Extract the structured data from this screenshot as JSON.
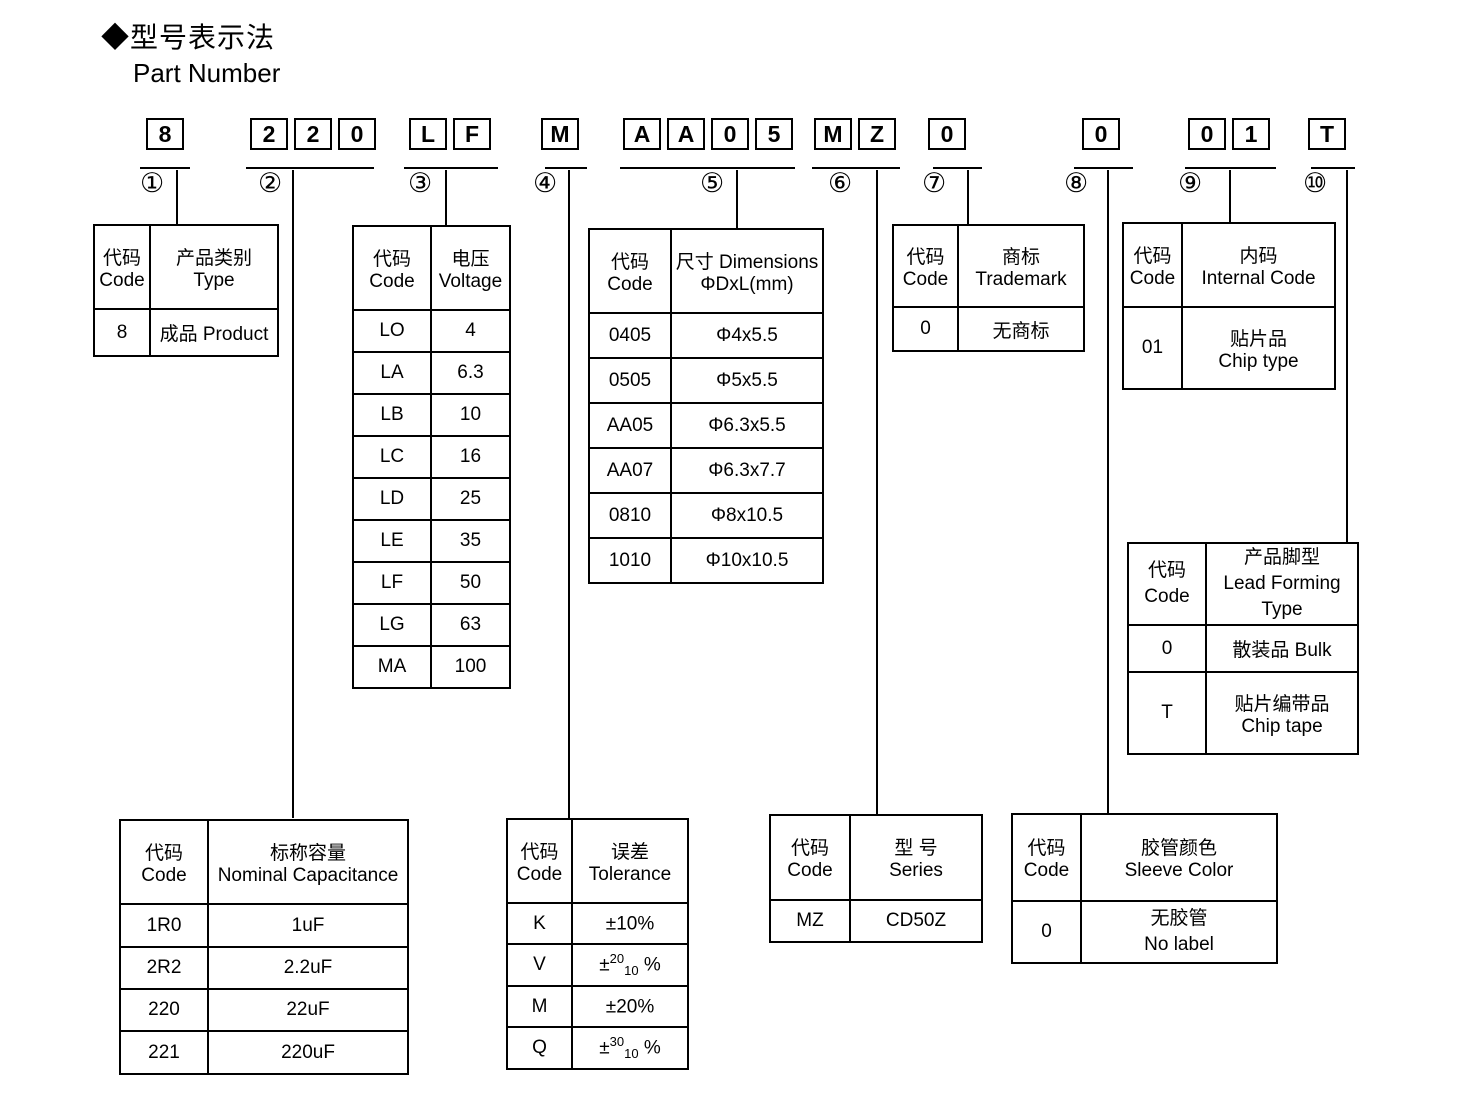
{
  "title": {
    "cn": "◆型号表示法",
    "en": "Part Number"
  },
  "part_number": {
    "groups": [
      {
        "circle": "①",
        "chars": [
          "8"
        ]
      },
      {
        "circle": "②",
        "chars": [
          "2",
          "2",
          "0"
        ]
      },
      {
        "circle": "③",
        "chars": [
          "L",
          "F"
        ]
      },
      {
        "circle": "④",
        "chars": [
          "M"
        ]
      },
      {
        "circle": "⑤",
        "chars": [
          "A",
          "A",
          "0",
          "5"
        ]
      },
      {
        "circle": "⑥",
        "chars": [
          "M",
          "Z"
        ]
      },
      {
        "circle": "⑦",
        "chars": [
          "0"
        ]
      },
      {
        "circle": "⑧",
        "chars": [
          "0"
        ]
      },
      {
        "circle": "⑨",
        "chars": [
          "0",
          "1"
        ]
      },
      {
        "circle": "⑩",
        "chars": [
          "T"
        ]
      }
    ]
  },
  "tables": {
    "type": {
      "h1cn": "代码",
      "h1en": "Code",
      "h2cn": "产品类别",
      "h2en": "Type",
      "rows": [
        {
          "code": "8",
          "value": "成品 Product"
        }
      ]
    },
    "voltage": {
      "h1cn": "代码",
      "h1en": "Code",
      "h2cn": "电压",
      "h2en": "Voltage",
      "rows": [
        {
          "code": "LO",
          "value": "4"
        },
        {
          "code": "LA",
          "value": "6.3"
        },
        {
          "code": "LB",
          "value": "10"
        },
        {
          "code": "LC",
          "value": "16"
        },
        {
          "code": "LD",
          "value": "25"
        },
        {
          "code": "LE",
          "value": "35"
        },
        {
          "code": "LF",
          "value": "50"
        },
        {
          "code": "LG",
          "value": "63"
        },
        {
          "code": "MA",
          "value": "100"
        }
      ]
    },
    "dimensions": {
      "h1cn": "代码",
      "h1en": "Code",
      "h2cn": "尺寸 Dimensions",
      "h2en": "ΦDxL(mm)",
      "rows": [
        {
          "code": "0405",
          "value": "Φ4x5.5"
        },
        {
          "code": "0505",
          "value": "Φ5x5.5"
        },
        {
          "code": "AA05",
          "value": "Φ6.3x5.5"
        },
        {
          "code": "AA07",
          "value": "Φ6.3x7.7"
        },
        {
          "code": "0810",
          "value": "Φ8x10.5"
        },
        {
          "code": "1010",
          "value": "Φ10x10.5"
        }
      ]
    },
    "trademark": {
      "h1cn": "代码",
      "h1en": "Code",
      "h2cn": "商标",
      "h2en": "Trademark",
      "rows": [
        {
          "code": "0",
          "value": "无商标"
        }
      ]
    },
    "internal": {
      "h1cn": "代码",
      "h1en": "Code",
      "h2cn": "内码",
      "h2en": "Internal Code",
      "rows": [
        {
          "code": "01",
          "value_cn": "贴片品",
          "value_en": "Chip type"
        }
      ]
    },
    "leadform": {
      "h1cn": "代码",
      "h1en": "Code",
      "h2l1": "产品脚型",
      "h2l2": "Lead Forming",
      "h2l3": "Type",
      "rows": [
        {
          "code": "0",
          "value_cn": "散装品 Bulk",
          "value_en": ""
        },
        {
          "code": "T",
          "value_cn": "贴片编带品",
          "value_en": "Chip tape"
        }
      ]
    },
    "capacitance": {
      "h1cn": "代码",
      "h1en": "Code",
      "h2cn": "标称容量",
      "h2en": "Nominal Capacitance",
      "rows": [
        {
          "code": "1R0",
          "value": "1uF"
        },
        {
          "code": "2R2",
          "value": "2.2uF"
        },
        {
          "code": "220",
          "value": "22uF"
        },
        {
          "code": "221",
          "value": "220uF"
        }
      ]
    },
    "tolerance": {
      "h1cn": "代码",
      "h1en": "Code",
      "h2cn": "误差",
      "h2en": "Tolerance",
      "rows": [
        {
          "code": "K",
          "prefix": "±10%",
          "sup": "",
          "sub": "",
          "suffix": ""
        },
        {
          "code": "V",
          "prefix": "±",
          "sup": "20",
          "sub": "10",
          "suffix": " %"
        },
        {
          "code": "M",
          "prefix": "±20%",
          "sup": "",
          "sub": "",
          "suffix": ""
        },
        {
          "code": "Q",
          "prefix": "±",
          "sup": "30",
          "sub": "10",
          "suffix": " %"
        }
      ]
    },
    "series": {
      "h1cn": "代码",
      "h1en": "Code",
      "h2cn": "型 号",
      "h2en": "Series",
      "rows": [
        {
          "code": "MZ",
          "value": "CD50Z"
        }
      ]
    },
    "sleeve": {
      "h1cn": "代码",
      "h1en": "Code",
      "h2cn": "胶管颜色",
      "h2en": "Sleeve Color",
      "rows": [
        {
          "code": "0",
          "value_cn": "无胶管",
          "value_en": "No label"
        }
      ]
    }
  }
}
